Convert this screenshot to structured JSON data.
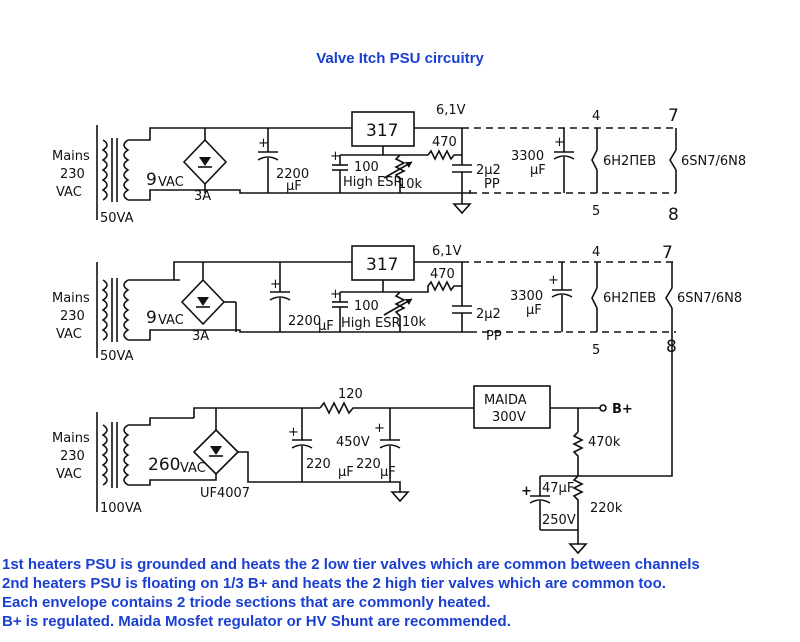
{
  "title": "Valve Itch PSU circuitry",
  "psu1": {
    "mains": [
      "Mains",
      "230",
      "VAC"
    ],
    "transformer_va": "50VA",
    "secondary": "9",
    "secondary_unit": "VAC",
    "bridge_fuse": "3A",
    "cap1_value": "2200",
    "cap1_unit": "µF",
    "cap2_value": "100",
    "cap2_note": "High ESR",
    "pot": "10k",
    "regulator": "317",
    "resistor": "470",
    "output_voltage": "6,1V",
    "cap3_value": "2µ2",
    "cap3_note": "PP",
    "cap4_value": "3300",
    "cap4_unit": "µF",
    "valve1": "6H2ПEB",
    "valve2": "6SN7/6N8",
    "pin_top1": "4",
    "pin_bot1": "5",
    "pin_top2": "7",
    "pin_bot2": "8"
  },
  "psu2": {
    "mains": [
      "Mains",
      "230",
      "VAC"
    ],
    "transformer_va": "50VA",
    "secondary": "9",
    "secondary_unit": "VAC",
    "bridge_fuse": "3A",
    "cap1_value": "2200",
    "cap1_unit": "µF",
    "cap2_value": "100",
    "cap2_note": "High ESR",
    "pot": "10k",
    "regulator": "317",
    "resistor": "470",
    "output_voltage": "6,1V",
    "cap3_value": "2µ2",
    "cap3_note": "PP",
    "cap4_value": "3300",
    "cap4_unit": "µF",
    "valve1": "6H2ПEB",
    "valve2": "6SN7/6N8",
    "pin_top1": "4",
    "pin_bot1": "5",
    "pin_top2": "7",
    "pin_bot2": "8"
  },
  "psu3": {
    "mains": [
      "Mains",
      "230",
      "VAC"
    ],
    "transformer_va": "100VA",
    "secondary": "260",
    "secondary_unit": "VAC",
    "bridge": "UF4007",
    "resistor": "120",
    "cap_voltage": "450V",
    "cap1_value": "220",
    "cap2_value": "220",
    "cap_unit": "µF",
    "regulator_name": "MAIDA",
    "regulator_voltage": "300V",
    "output": "B+",
    "div_top": "470k",
    "div_bot": "220k",
    "div_cap_value": "47µF",
    "div_cap_voltage": "250V"
  },
  "notes": [
    "1st heaters PSU is grounded and heats the 2 low tier valves which are common between channels",
    "2nd heaters PSU is floating on 1/3 B+ and heats the 2 high tier valves which are common too.",
    "Each envelope contains 2 triode sections that are commonly heated.",
    "B+ is regulated. Maida Mosfet regulator or HV Shunt are recommended."
  ]
}
